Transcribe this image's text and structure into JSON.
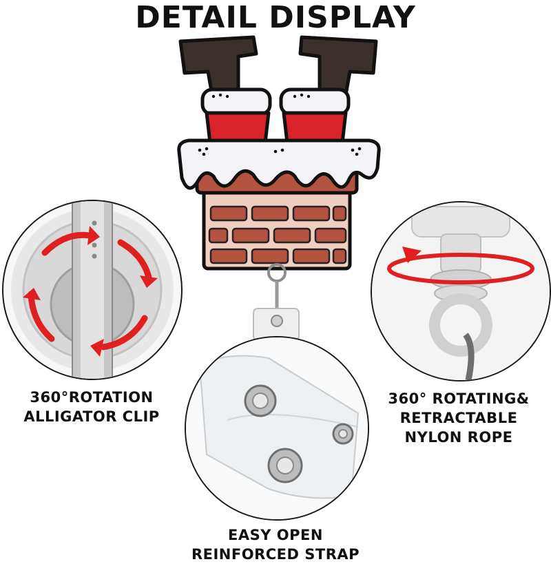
{
  "header": {
    "title": "DETAIL DISPLAY"
  },
  "captions": {
    "left": {
      "line1": "360°ROTATION",
      "line2": "ALLIGATOR CLIP"
    },
    "right": {
      "line1": "360° ROTATING&",
      "line2": "RETRACTABLE",
      "line3": "NYLON ROPE"
    },
    "middle": {
      "line1": "EASY OPEN",
      "line2": "REINFORCED STRAP"
    }
  },
  "colors": {
    "boot": "#3b302c",
    "santa_red": "#d8232a",
    "brick": "#b4533f",
    "mortar": "#f0cfc0",
    "snow": "#f4f4f8",
    "arrow_red": "#e02020"
  },
  "icons": {
    "product": "santa-chimney-badge-reel",
    "rotation_arrows": "rotation-arrows-icon",
    "rotation_ring": "rotation-ring-icon",
    "snap_button": "snap-button-icon"
  }
}
